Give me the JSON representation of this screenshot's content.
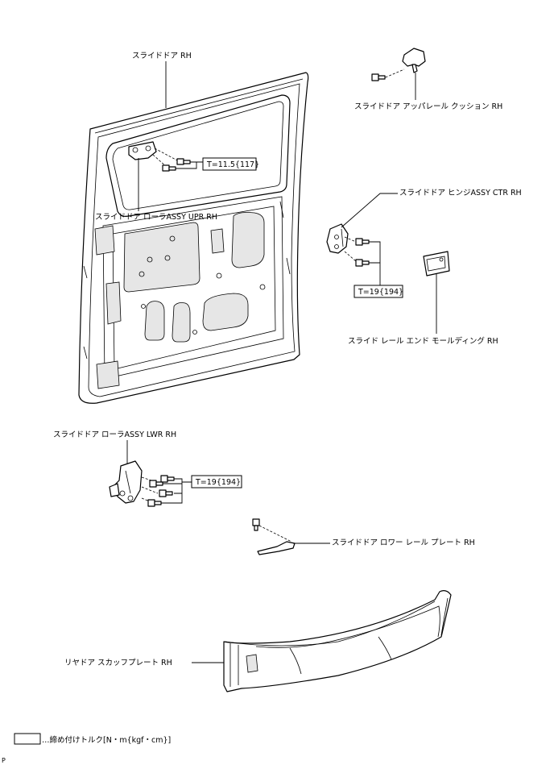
{
  "labels": {
    "slide_door": "スライドドア RH",
    "upper_rail_cushion": "スライドドア アッパレール クッション RH",
    "hinge_ctr": "スライドドア ヒンジASSY CTR RH",
    "roller_upr": "スライドドア ローラASSY UPR RH",
    "rail_end_molding": "スライド レール エンド モールディング RH",
    "roller_lwr": "スライドドア ローラASSY LWR RH",
    "lower_rail_plate": "スライドドア ロワー レール プレート RH",
    "scuff_plate": "リヤドア スカッフプレート RH"
  },
  "torque": {
    "upr": "T=11.5{117}",
    "ctr": "T=19{194}",
    "lwr": "T=19{194}"
  },
  "legend": {
    "text": "…締め付けトルク[N・m{kgf・cm}]"
  },
  "corner_mark": "P"
}
